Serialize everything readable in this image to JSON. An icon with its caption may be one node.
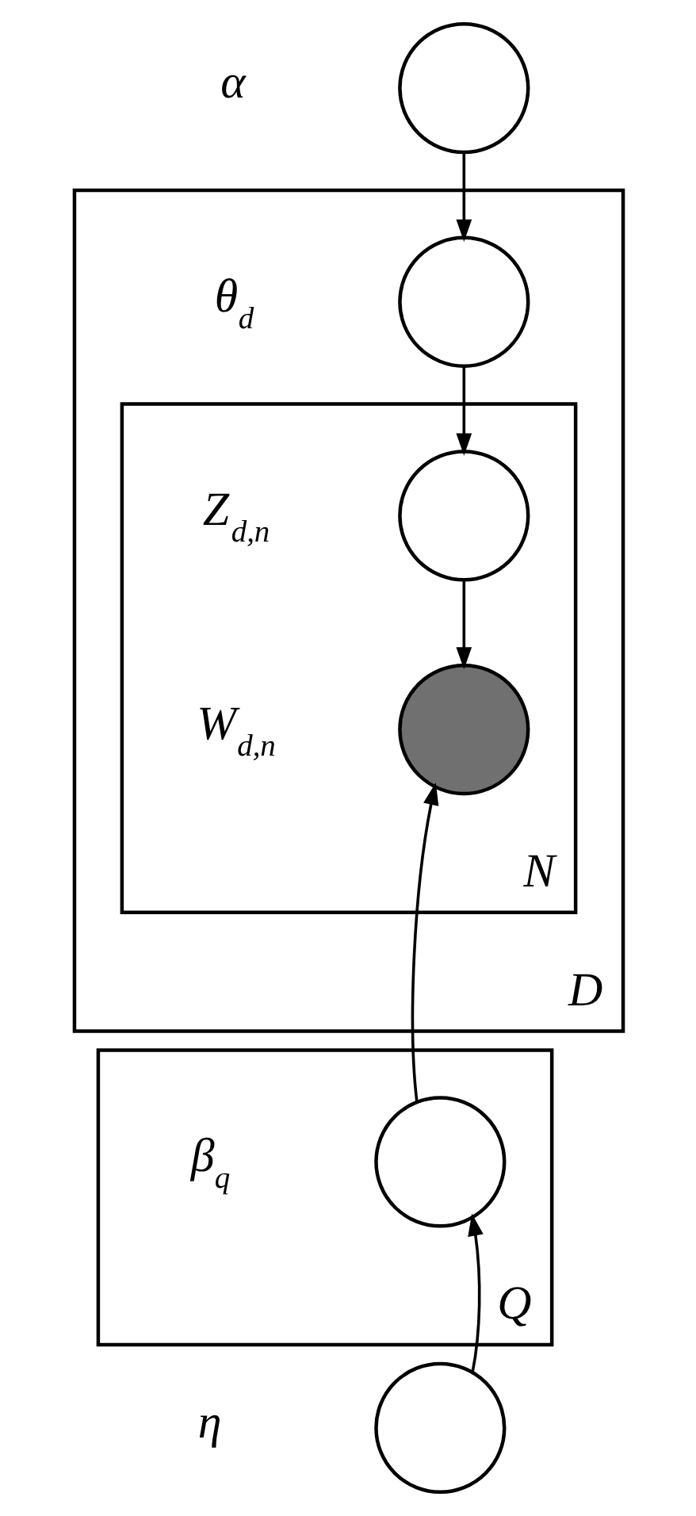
{
  "diagram": {
    "nodes": [
      {
        "text": [],
        "shape": "circle",
        "beside": [
          "α"
        ]
      },
      {
        "text": [
          "D"
        ]
      },
      {
        "text": [],
        "shape": "circle",
        "beside": [
          "θ$_{d}$"
        ],
        "in": 1
      },
      {
        "text": [
          "N"
        ],
        "in": 1
      },
      {
        "text": [],
        "shape": "circle",
        "beside": [
          "Z$_{d,n}$"
        ],
        "in": 3
      },
      {
        "text": [],
        "shape": "circle",
        "beside": [
          "W$_{d,n}$"
        ],
        "in": 3
      },
      {
        "text": [
          "Q"
        ]
      },
      {
        "text": [],
        "shape": "circle",
        "beside": [
          "β$_{q}$"
        ],
        "in": 6
      },
      {
        "text": [],
        "shape": "circle",
        "beside": [
          "η"
        ]
      }
    ],
    "edges": [
      {
        "from": 0,
        "to": 2,
        "arrow": "to"
      },
      {
        "from": 2,
        "to": 4,
        "arrow": "to"
      },
      {
        "from": 4,
        "to": 5,
        "arrow": "to"
      },
      {
        "from": 7,
        "to": 5,
        "arrow": "to"
      },
      {
        "from": 8,
        "to": 7,
        "arrow": "to"
      }
    ]
  }
}
